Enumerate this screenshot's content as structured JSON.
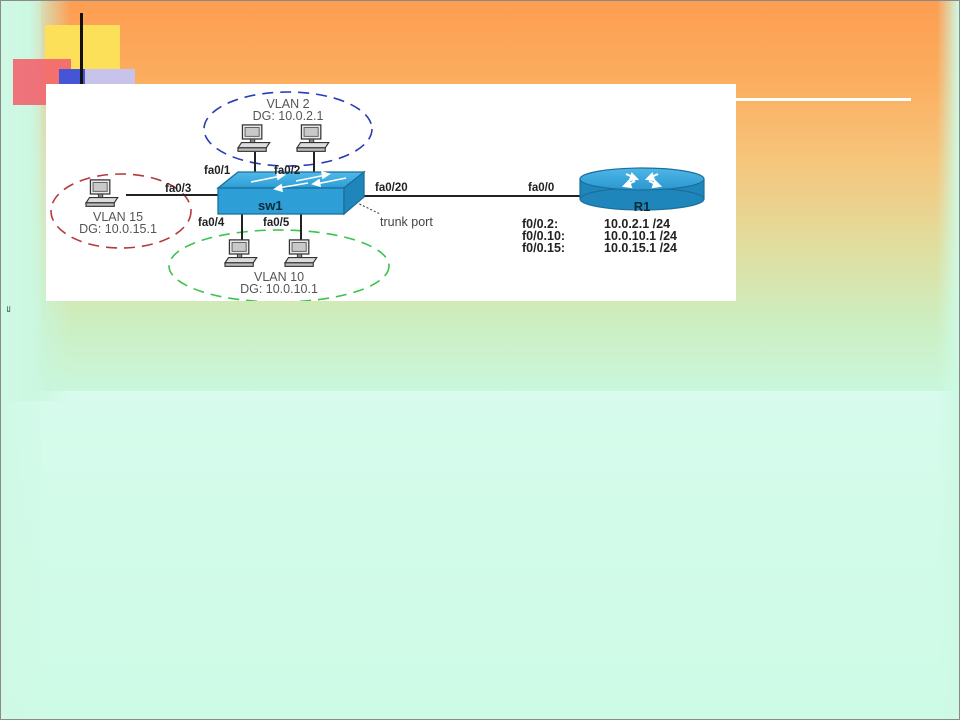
{
  "slide": {
    "side_mark": "ᄃ"
  },
  "diagram": {
    "switch": {
      "label": "sw1"
    },
    "router": {
      "label": "R1",
      "subinterfaces": [
        {
          "name": "f0/0.2:",
          "address": "10.0.2.1 /24"
        },
        {
          "name": "f0/0.10:",
          "address": "10.0.10.1 /24"
        },
        {
          "name": "f0/0.15:",
          "address": "10.0.15.1 /24"
        }
      ]
    },
    "vlans": [
      {
        "name": "VLAN 2",
        "gateway": "DG: 10.0.2.1",
        "color": "#2a3bb3"
      },
      {
        "name": "VLAN 15",
        "gateway": "DG: 10.0.15.1",
        "color": "#b33a3a"
      },
      {
        "name": "VLAN 10",
        "gateway": "DG: 10.0.10.1",
        "color": "#39c44a"
      }
    ],
    "ports": {
      "fa0_1": "fa0/1",
      "fa0_2": "fa0/2",
      "fa0_3": "fa0/3",
      "fa0_4": "fa0/4",
      "fa0_5": "fa0/5",
      "fa0_20": "fa0/20",
      "fa0_0": "fa0/0"
    },
    "trunk_label": "trunk port",
    "colors": {
      "device_blue": "#2d9ed6",
      "device_dark": "#1b6f9a"
    }
  }
}
